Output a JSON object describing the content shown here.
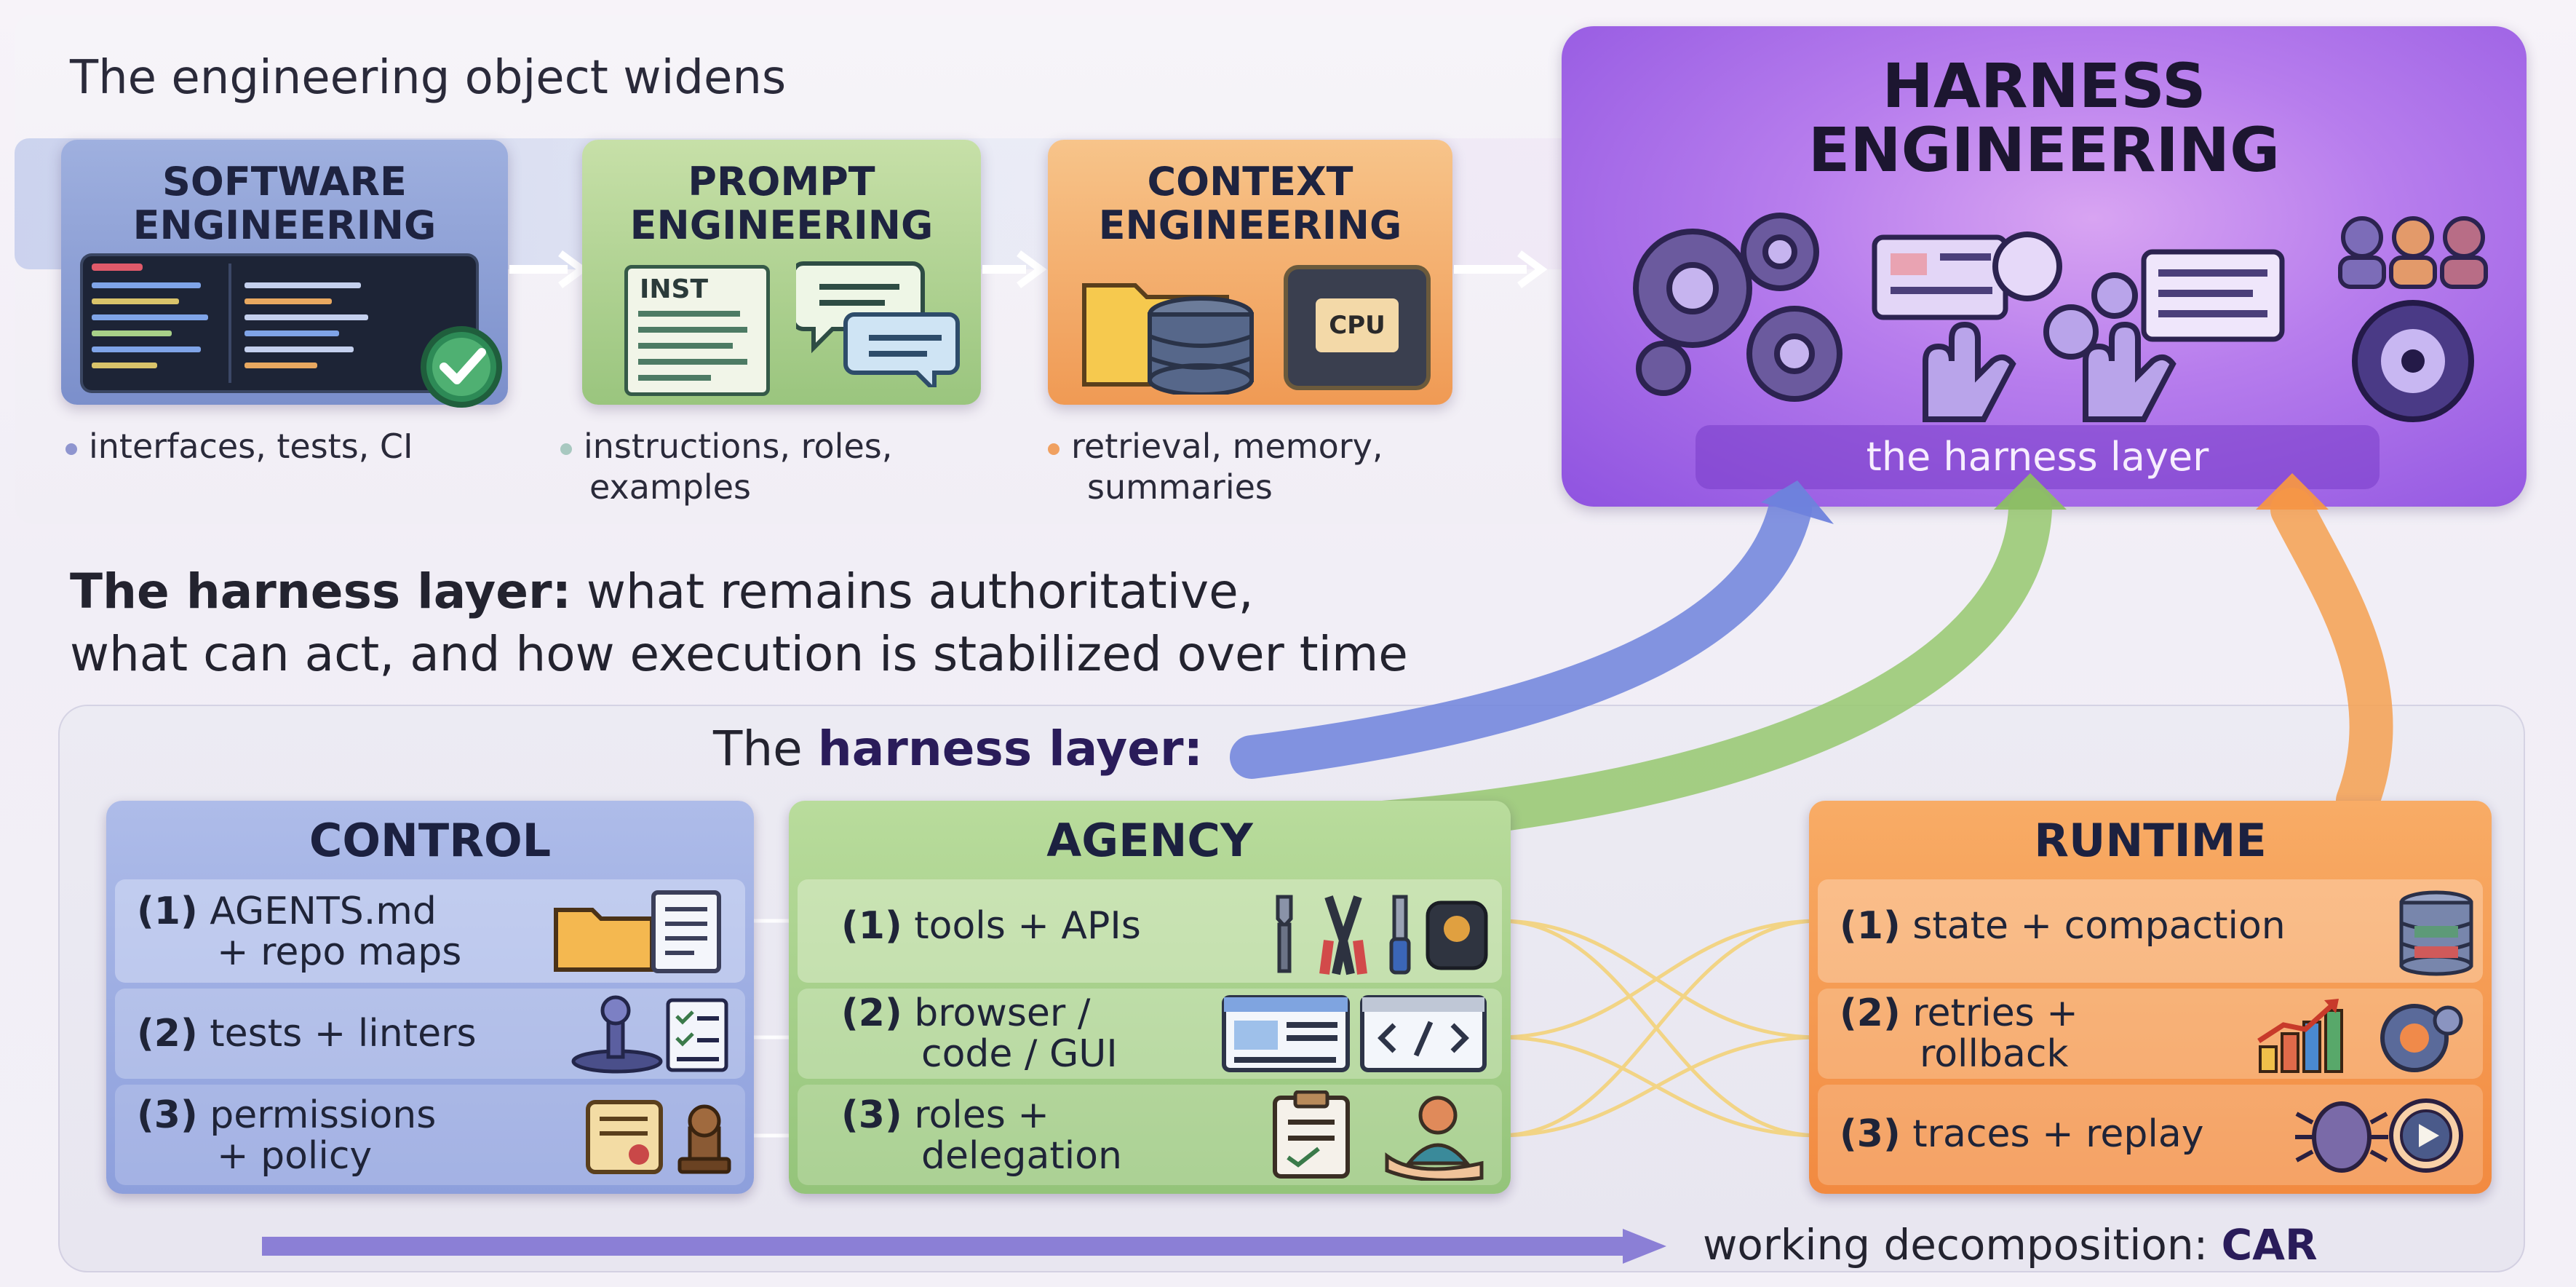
{
  "top": {
    "heading": "The engineering object widens",
    "cards": [
      {
        "title_line1": "SOFTWARE",
        "title_line2": "ENGINEERING",
        "note_line1": "interfaces, tests, CI",
        "note_line2": "",
        "dot_color": "#8f95cf"
      },
      {
        "title_line1": "PROMPT",
        "title_line2": "ENGINEERING",
        "note_line1": "instructions, roles,",
        "note_line2": "examples",
        "dot_color": "#a8c8c0",
        "badge": "INST"
      },
      {
        "title_line1": "CONTEXT",
        "title_line2": "ENGINEERING",
        "note_line1": "retrieval, memory,",
        "note_line2": "summaries",
        "dot_color": "#f0a060",
        "badge": "CPU"
      }
    ],
    "harness": {
      "title_line1": "HARNESS",
      "title_line2": "ENGINEERING",
      "label": "the harness layer"
    }
  },
  "middle": {
    "bold": "The harness layer:",
    "rest_line1": " what remains authoritative,",
    "line2": "what can act, and how execution is stabilized over time"
  },
  "bottom": {
    "heading_pre": "The ",
    "heading_bold": "harness layer:",
    "columns": [
      {
        "title": "CONTROL",
        "rows": [
          {
            "num": "(1)",
            "line1": "AGENTS.md",
            "line2": "+ repo maps"
          },
          {
            "num": "(2)",
            "line1": "tests + linters",
            "line2": ""
          },
          {
            "num": "(3)",
            "line1": "permissions",
            "line2": "+ policy"
          }
        ]
      },
      {
        "title": "AGENCY",
        "rows": [
          {
            "num": "(1)",
            "line1": "tools + APIs",
            "line2": ""
          },
          {
            "num": "(2)",
            "line1": "browser /",
            "line2": "code / GUI"
          },
          {
            "num": "(3)",
            "line1": "roles +",
            "line2": "delegation"
          }
        ]
      },
      {
        "title": "RUNTIME",
        "rows": [
          {
            "num": "(1)",
            "line1": "state + compaction",
            "line2": ""
          },
          {
            "num": "(2)",
            "line1": "retries +",
            "line2": "rollback"
          },
          {
            "num": "(3)",
            "line1": "traces + replay",
            "line2": ""
          }
        ]
      }
    ],
    "footer_pre": "working decomposition: ",
    "footer_bold": "CAR"
  },
  "colors": {
    "software": "#8aa0d8",
    "prompt": "#b7d79a",
    "context": "#f6b66f",
    "harness": "#9b5ee8",
    "control": "#9fb0e6",
    "agency": "#a8d088",
    "runtime": "#f7a45c"
  }
}
